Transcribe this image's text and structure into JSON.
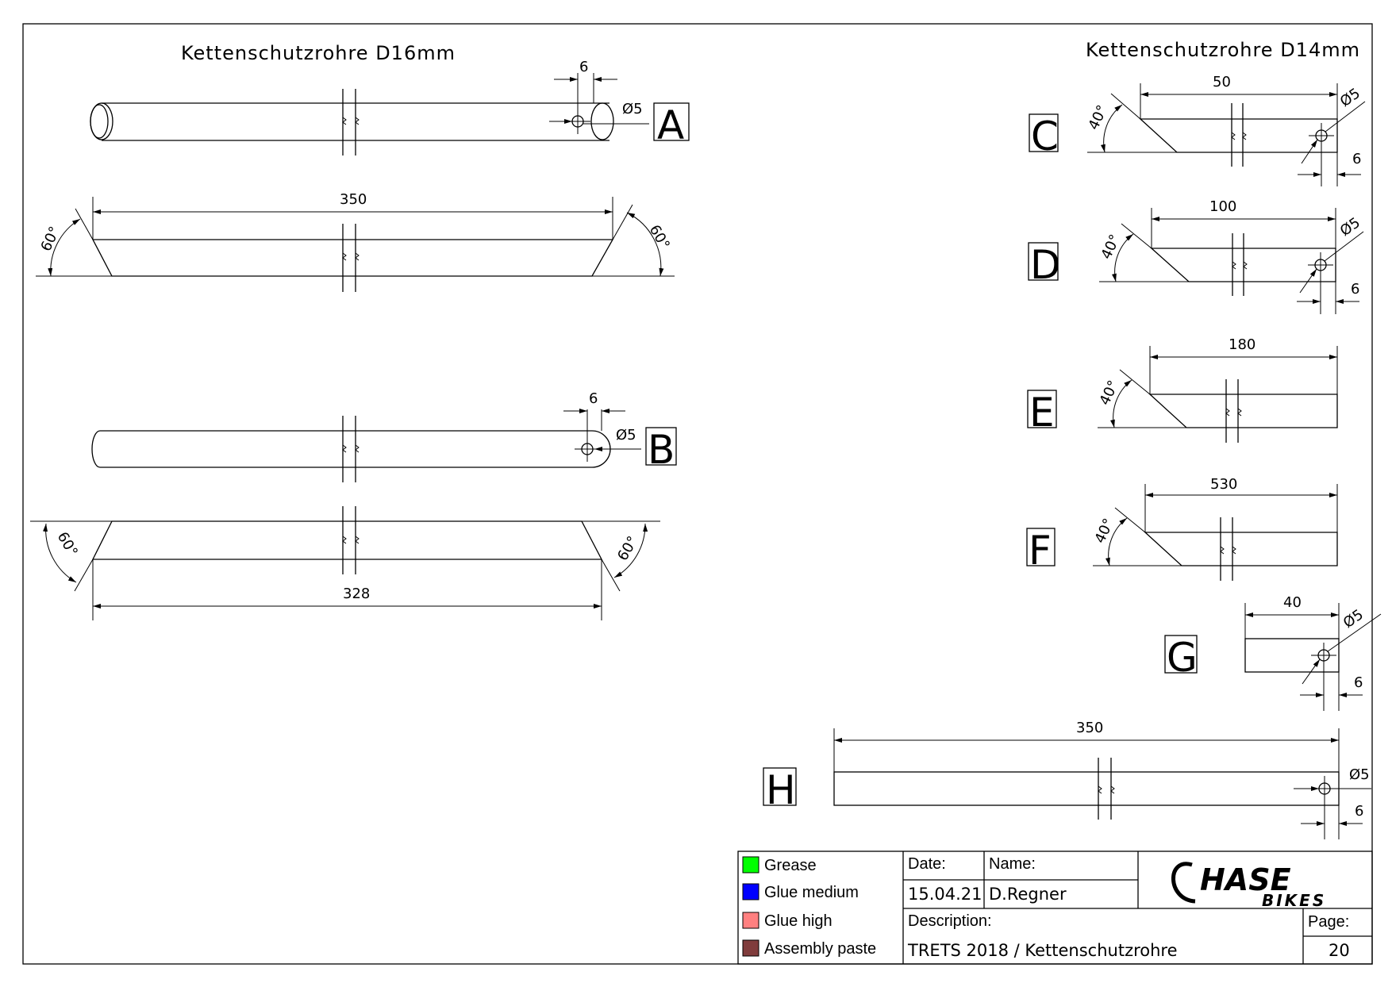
{
  "drawing": {
    "title_left": "Kettenschutzrohre D16mm",
    "title_right": "Kettenschutzrohre D14mm",
    "part_labels": [
      "A",
      "B",
      "C",
      "D",
      "E",
      "F",
      "G",
      "H"
    ],
    "hole_diameter": "Ø5",
    "hole_offset": "6",
    "angle_60": "60°",
    "angle_40": "40°",
    "dims": {
      "a_total": "350",
      "b_total": "328",
      "c_len": "50",
      "d_len": "100",
      "e_len": "180",
      "f_len": "530",
      "g_len": "40",
      "h_len": "350"
    }
  },
  "title_block": {
    "legend": [
      {
        "label": "Grease",
        "color": "#00ff00"
      },
      {
        "label": "Glue medium",
        "color": "#0000ff"
      },
      {
        "label": "Glue high",
        "color": "#ff8080"
      },
      {
        "label": "Assembly paste",
        "color": "#803c3c"
      }
    ],
    "date_label": "Date:",
    "date_value": "15.04.21",
    "name_label": "Name:",
    "name_value": "D.Regner",
    "description_label": "Description:",
    "description_value": "TRETS 2018 / Kettenschutzrohre",
    "page_label": "Page:",
    "page_value": "20",
    "logo_text": "HASE",
    "logo_sub": "BIKES"
  }
}
